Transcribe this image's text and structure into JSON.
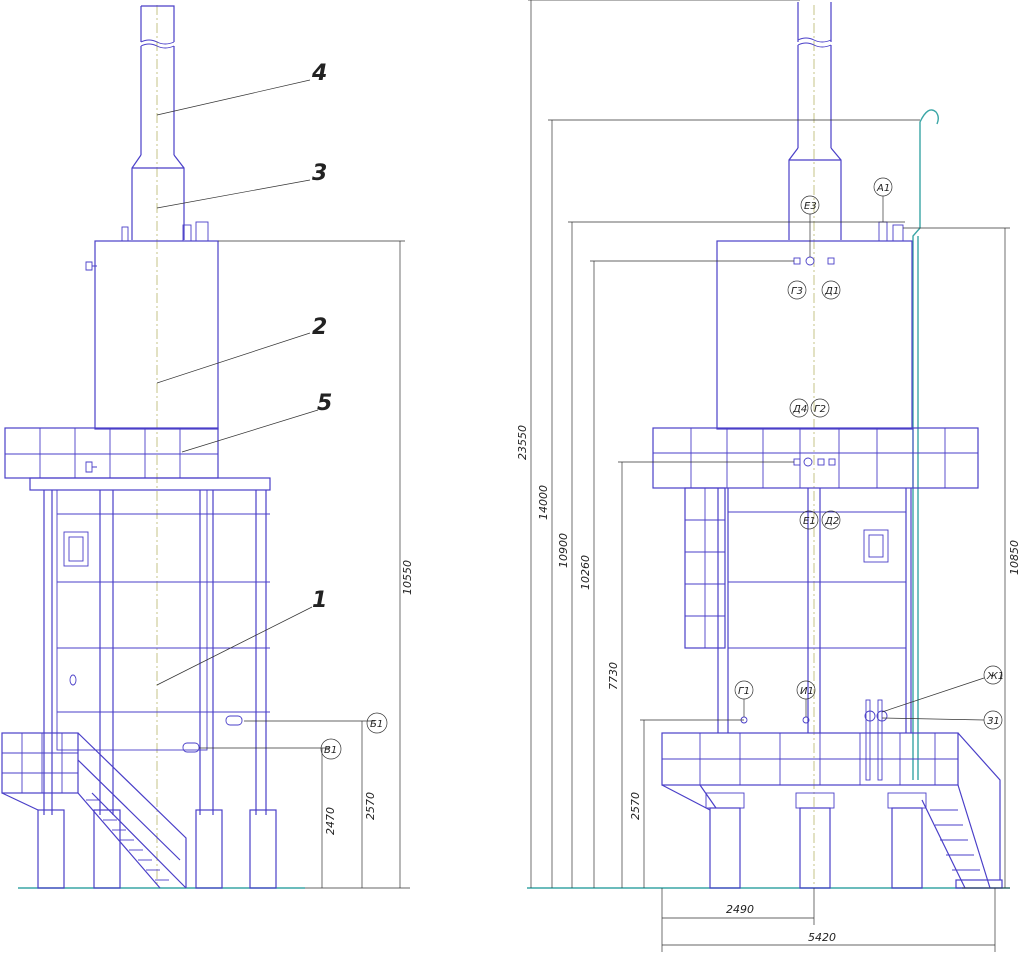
{
  "left_view": {
    "callouts": [
      "4",
      "3",
      "2",
      "5",
      "1"
    ],
    "dims": [
      "10550",
      "2570",
      "2470"
    ],
    "ports": [
      "Б1",
      "В1"
    ]
  },
  "right_view": {
    "dims_vertical": [
      "23550",
      "14000",
      "10900",
      "10260",
      "7730",
      "2570",
      "10850"
    ],
    "dims_horizontal": [
      "2490",
      "5420"
    ],
    "ports": [
      "А1",
      "Е3",
      "Г3",
      "Д1",
      "Д4",
      "Г2",
      "Е1",
      "Д2",
      "Г1",
      "И1",
      "Ж1",
      "З1"
    ]
  },
  "colors": {
    "outline": "#4a3fc8",
    "dimension": "#333333",
    "axis": "#b7b56a",
    "ground": "#3aa6a6"
  }
}
